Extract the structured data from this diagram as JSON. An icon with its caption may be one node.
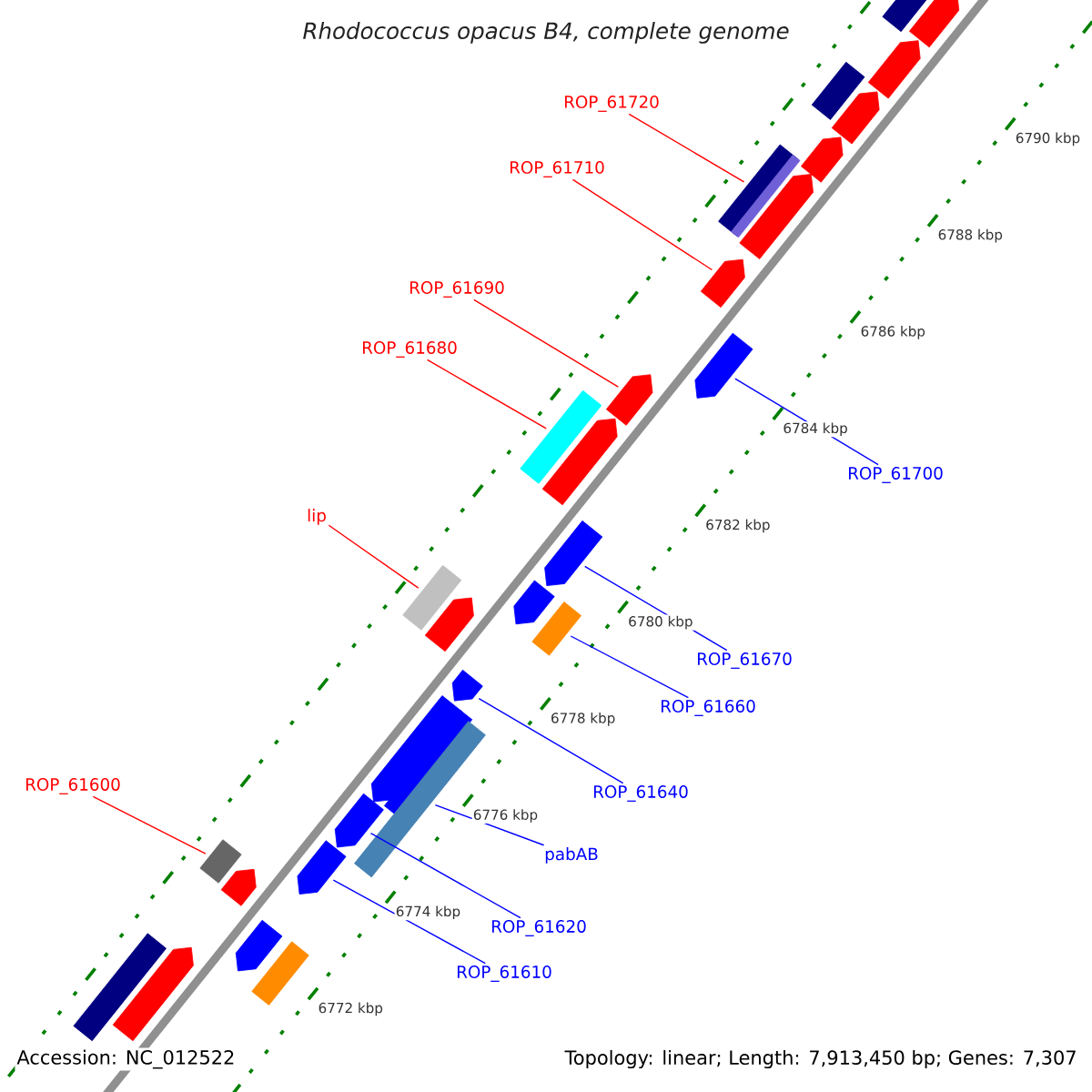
{
  "diagram": {
    "title": "Rhodococcus opacus B4, complete genome",
    "nodes": [
      {
        "text": [
          "ROP_61720"
        ]
      },
      {
        "text": [
          "ROP_61710"
        ]
      },
      {
        "text": [
          "ROP_61690"
        ]
      },
      {
        "text": [
          "ROP_61680"
        ]
      },
      {
        "text": [
          "ROP_61700"
        ]
      },
      {
        "text": [
          "lip"
        ]
      },
      {
        "text": [
          "ROP_61670"
        ]
      },
      {
        "text": [
          "ROP_61660"
        ]
      },
      {
        "text": [
          "ROP_61640"
        ]
      },
      {
        "text": [
          "pabAB"
        ]
      },
      {
        "text": [
          "ROP_61600"
        ]
      },
      {
        "text": [
          "ROP_61620"
        ]
      },
      {
        "text": [
          "ROP_61610"
        ]
      },
      {
        "text": [],
        "shape": "box"
      },
      {
        "text": [],
        "shape": "box"
      },
      {
        "text": [],
        "shape": "box"
      },
      {
        "text": [],
        "shape": "box"
      },
      {
        "text": [],
        "shape": "box"
      },
      {
        "text": [],
        "shape": "box"
      },
      {
        "text": [],
        "shape": "box"
      },
      {
        "text": [],
        "shape": "box"
      },
      {
        "text": [],
        "shape": "box"
      },
      {
        "text": [],
        "shape": "box"
      },
      {
        "text": [],
        "shape": "box"
      },
      {
        "text": [],
        "shape": "box"
      },
      {
        "text": [],
        "shape": "box"
      },
      {
        "text": [],
        "shape": "box"
      },
      {
        "text": [],
        "shape": "box"
      },
      {
        "text": [],
        "shape": "box"
      },
      {
        "text": [],
        "shape": "box"
      },
      {
        "text": [],
        "shape": "box"
      },
      {
        "text": [],
        "shape": "box"
      },
      {
        "text": [],
        "shape": "box"
      },
      {
        "text": [],
        "shape": "box"
      },
      {
        "text": [],
        "shape": "box"
      },
      {
        "text": [],
        "shape": "box"
      },
      {
        "text": [],
        "shape": "box"
      },
      {
        "text": [],
        "shape": "box"
      },
      {
        "text": [],
        "shape": "box"
      },
      {
        "text": [],
        "shape": "box"
      },
      {
        "text": [],
        "shape": "box"
      },
      {
        "text": [],
        "shape": "box"
      },
      {
        "text": [],
        "shape": "box"
      }
    ],
    "edges": [
      {
        "from": 0,
        "to": 19,
        "arrow": "none",
        "color": "#ff0000"
      },
      {
        "from": 1,
        "to": 21,
        "arrow": "none",
        "color": "#ff0000"
      },
      {
        "from": 2,
        "to": 23,
        "arrow": "none",
        "color": "#ff0000"
      },
      {
        "from": 4,
        "to": 22,
        "arrow": "none",
        "color": "#0000ff"
      },
      {
        "from": 3,
        "to": 24,
        "arrow": "none",
        "color": "#ff0000"
      },
      {
        "from": 6,
        "to": 26,
        "arrow": "none",
        "color": "#0000ff"
      },
      {
        "from": 7,
        "to": 28,
        "arrow": "none",
        "color": "#0000ff"
      },
      {
        "from": 5,
        "to": 29,
        "arrow": "none",
        "color": "#ff0000"
      },
      {
        "from": 8,
        "to": 31,
        "arrow": "none",
        "color": "#0000ff"
      },
      {
        "from": 9,
        "to": 34,
        "arrow": "none",
        "color": "#0000ff"
      },
      {
        "from": 11,
        "to": 35,
        "arrow": "none",
        "color": "#0000ff"
      },
      {
        "from": 10,
        "to": 37,
        "arrow": "none",
        "color": "#ff0000"
      },
      {
        "from": 12,
        "to": 36,
        "arrow": "none",
        "color": "#0000ff"
      }
    ],
    "labels": [
      "6790 kbp",
      "6788 kbp",
      "6786 kbp",
      "6784 kbp",
      "6782 kbp",
      "6780 kbp",
      "6778 kbp",
      "6776 kbp",
      "6774 kbp",
      "6772 kbp",
      "Accession: NC_012522",
      "Topology: linear; Length: 7,913,450 bp; Genes: 7,307"
    ]
  }
}
